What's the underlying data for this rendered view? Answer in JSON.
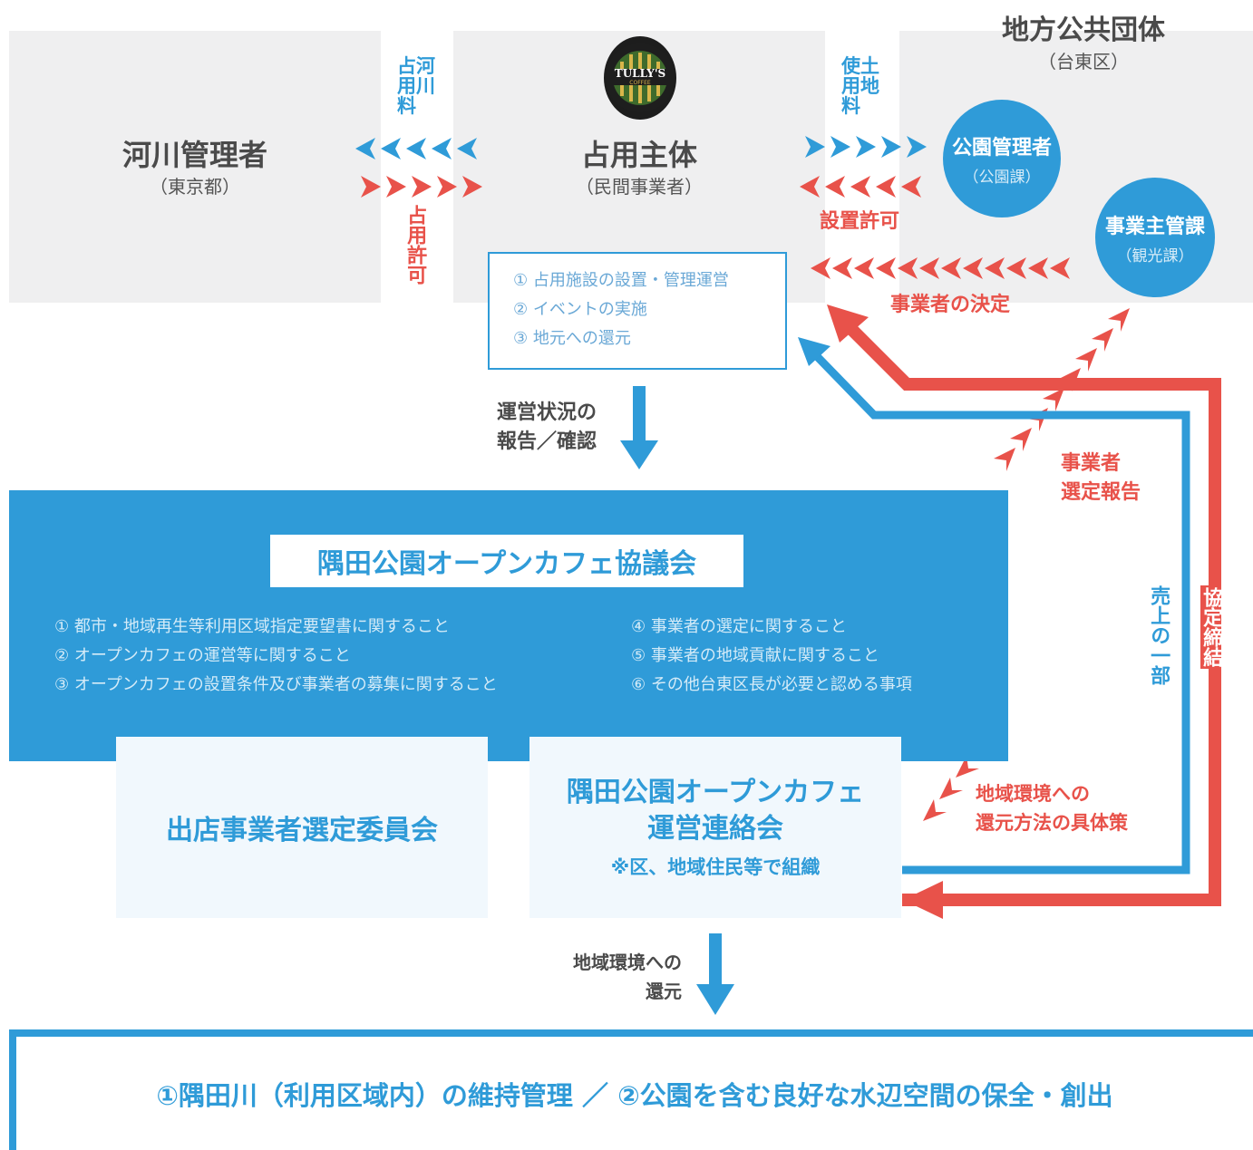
{
  "local_gov": {
    "title": "地方公共団体",
    "subtitle": "（台東区）"
  },
  "river_manager": {
    "title": "河川管理者",
    "subtitle": "（東京都）"
  },
  "occupant": {
    "title": "占用主体",
    "subtitle": "（民間事業者）"
  },
  "logo": {
    "text": "TULLY'S",
    "sub": "COFFEE"
  },
  "labels": {
    "occupancy_fee": "占河\n用川\n料",
    "occupancy_permit": "占用許可",
    "land_fee": "使土\n用地\n料",
    "install_permit": "設置許可",
    "operator_decision": "事業者の決定",
    "status_report": "運営状況の\n報告／確認",
    "operator_selection_report": "事業者\n選定報告",
    "sales_part": "売上の一部",
    "agreement": "協定締結",
    "return_method": "地域環境への\n還元方法の具体策",
    "local_return": "地域環境への\n還元"
  },
  "park_manager": {
    "title": "公園管理者",
    "subtitle": "（公園課）"
  },
  "business_section": {
    "title": "事業主管課",
    "subtitle": "（観光課）"
  },
  "occupant_duties": [
    "① 占用施設の設置・管理運営",
    "② イベントの実施",
    "③ 地元への還元"
  ],
  "council": {
    "title": "隅田公園オープンカフェ協議会",
    "items_left": [
      "① 都市・地域再生等利用区域指定要望書に関すること",
      "② オープンカフェの運営等に関すること",
      "③ オープンカフェの設置条件及び事業者の募集に関すること"
    ],
    "items_right": [
      "④ 事業者の選定に関すること",
      "⑤ 事業者の地域貢献に関すること",
      "⑥ その他台東区長が必要と認める事項"
    ]
  },
  "selection_committee": {
    "title": "出店事業者選定委員会"
  },
  "liaison": {
    "title": "隅田公園オープンカフェ\n運営連絡会",
    "note": "※区、地域住民等で組織"
  },
  "goal": {
    "text": "①隅田川（利用区域内）の維持管理 ／ ②公園を含む良好な水辺空間の保全・創出"
  },
  "colors": {
    "blue": "#2f9bd8",
    "red": "#e8524a",
    "gray": "#efeff0",
    "dark": "#4a4a4a"
  }
}
